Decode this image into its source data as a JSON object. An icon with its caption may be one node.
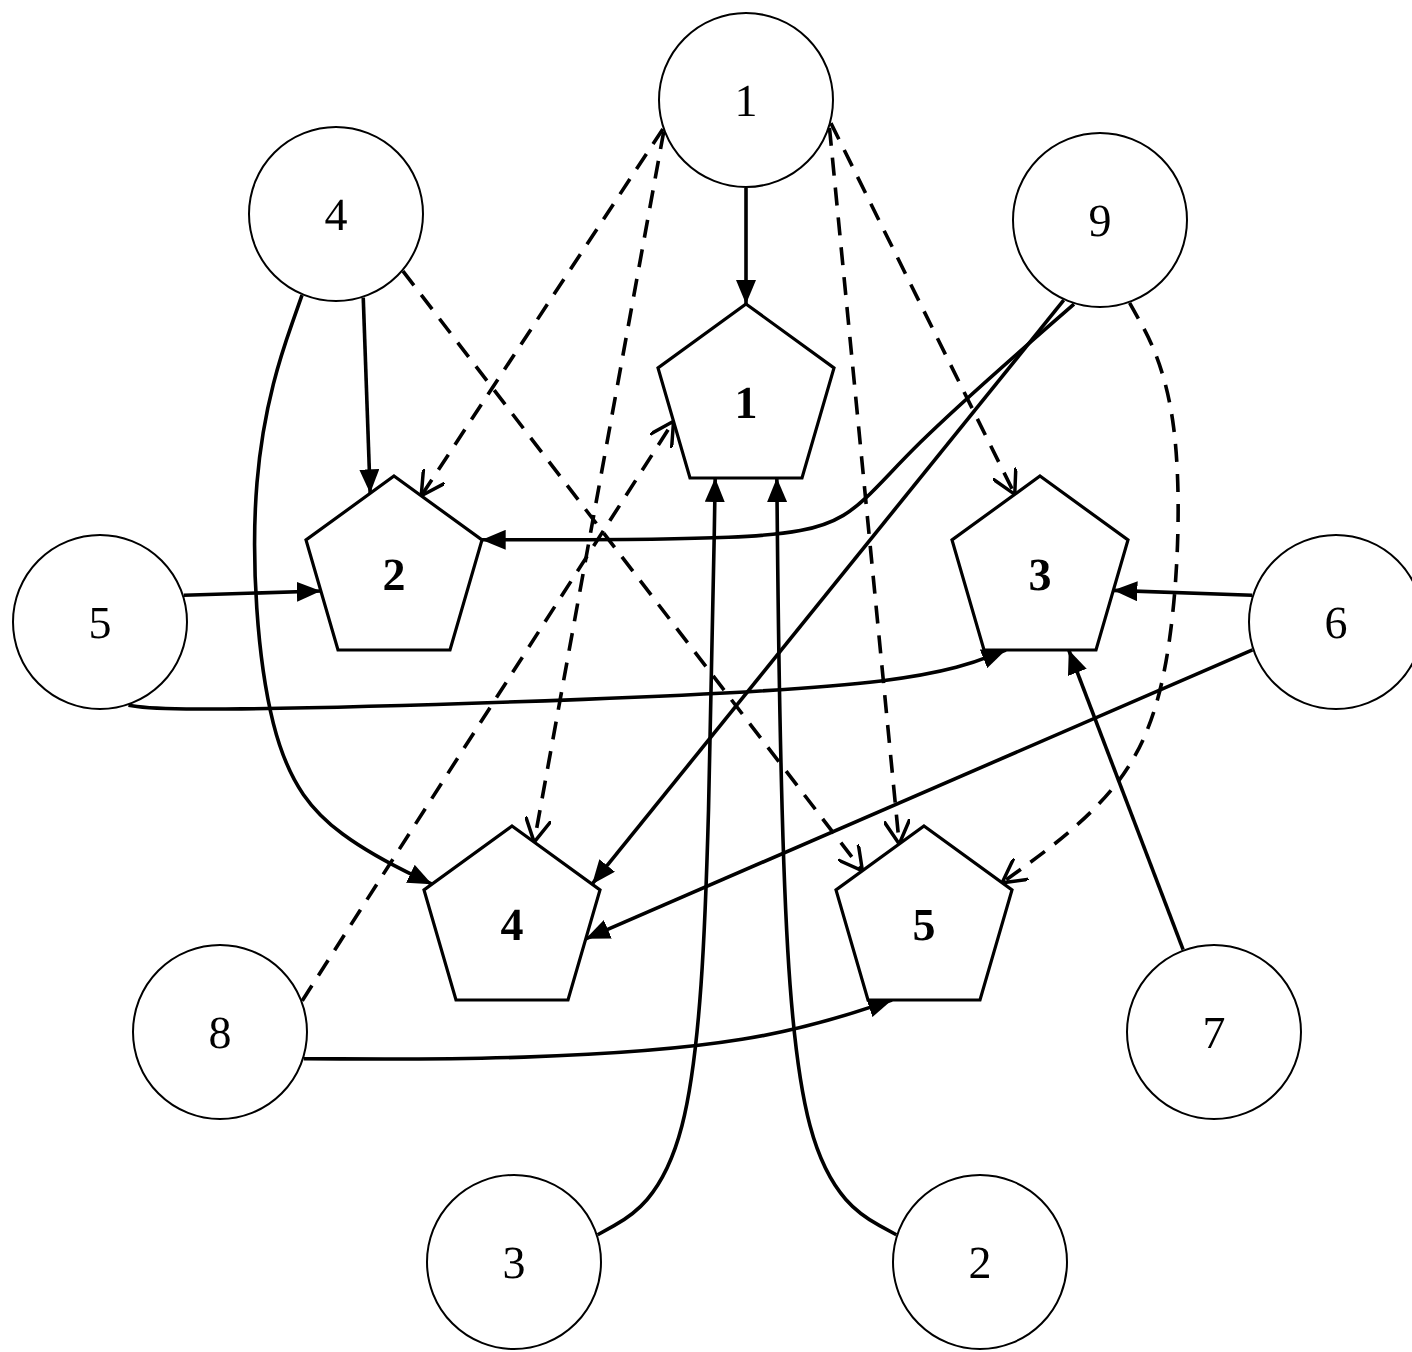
{
  "diagram": {
    "nodes": [
      {
        "text": [
          "1"
        ]
      },
      {
        "text": [
          "4"
        ]
      },
      {
        "text": [
          "9"
        ]
      },
      {
        "text": [
          "1"
        ]
      },
      {
        "text": [
          "2"
        ]
      },
      {
        "text": [
          "3"
        ]
      },
      {
        "text": [
          "5"
        ]
      },
      {
        "text": [
          "6"
        ]
      },
      {
        "text": [
          "4"
        ]
      },
      {
        "text": [
          "5"
        ]
      },
      {
        "text": [
          "8"
        ]
      },
      {
        "text": [
          "7"
        ]
      },
      {
        "text": [
          "3"
        ]
      },
      {
        "text": [
          "2"
        ]
      }
    ],
    "edges": [
      {
        "from": 0,
        "to": 3,
        "arrow": "to"
      },
      {
        "from": 0,
        "to": 4,
        "arrow": "to",
        "style": "dashed"
      },
      {
        "from": 0,
        "to": 8,
        "arrow": "to",
        "style": "dashed"
      },
      {
        "from": 0,
        "to": 9,
        "arrow": "to",
        "style": "dashed"
      },
      {
        "from": 0,
        "to": 5,
        "arrow": "to",
        "style": "dashed"
      },
      {
        "from": 1,
        "to": 4,
        "arrow": "to"
      },
      {
        "from": 1,
        "to": 8,
        "arrow": "to"
      },
      {
        "from": 1,
        "to": 9,
        "arrow": "to",
        "style": "dashed"
      },
      {
        "from": 2,
        "to": 4,
        "arrow": "to"
      },
      {
        "from": 2,
        "to": 8,
        "arrow": "to"
      },
      {
        "from": 2,
        "to": 9,
        "arrow": "to",
        "style": "dashed"
      },
      {
        "from": 6,
        "to": 4,
        "arrow": "to"
      },
      {
        "from": 6,
        "to": 5,
        "arrow": "to"
      },
      {
        "from": 7,
        "to": 5,
        "arrow": "to"
      },
      {
        "from": 7,
        "to": 8,
        "arrow": "to"
      },
      {
        "from": 11,
        "to": 5,
        "arrow": "to"
      },
      {
        "from": 10,
        "to": 3,
        "arrow": "to",
        "style": "dashed"
      },
      {
        "from": 10,
        "to": 9,
        "arrow": "to"
      },
      {
        "from": 12,
        "to": 3,
        "arrow": "to"
      },
      {
        "from": 13,
        "to": 3,
        "arrow": "to"
      }
    ]
  }
}
